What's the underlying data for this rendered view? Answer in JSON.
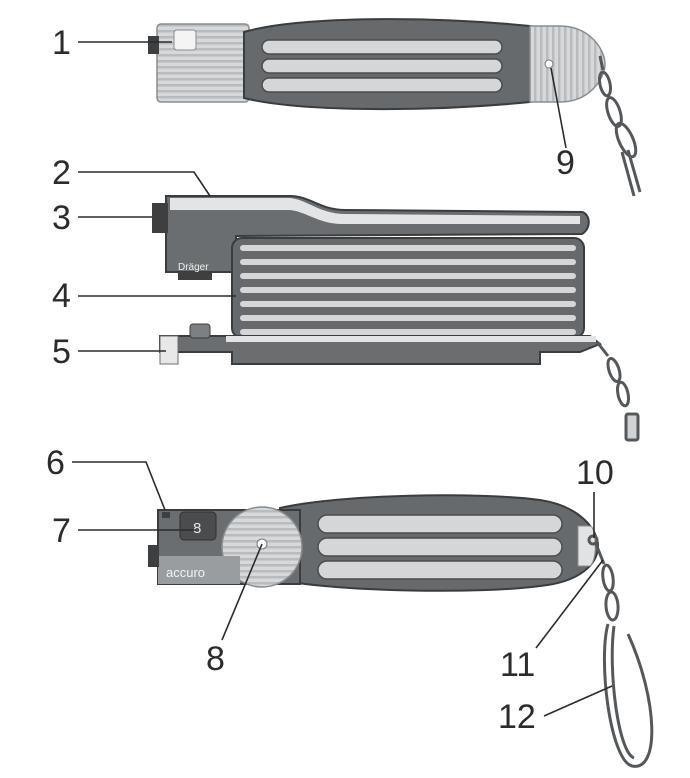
{
  "figure": {
    "brand_label": "accuro",
    "maker_label": "Dräger",
    "dial_number": "8",
    "callouts": [
      {
        "id": "c1",
        "number": "1"
      },
      {
        "id": "c2",
        "number": "2"
      },
      {
        "id": "c3",
        "number": "3"
      },
      {
        "id": "c4",
        "number": "4"
      },
      {
        "id": "c5",
        "number": "5"
      },
      {
        "id": "c6",
        "number": "6"
      },
      {
        "id": "c7",
        "number": "7"
      },
      {
        "id": "c8",
        "number": "8"
      },
      {
        "id": "c9",
        "number": "9"
      },
      {
        "id": "c10",
        "number": "10"
      },
      {
        "id": "c11",
        "number": "11"
      },
      {
        "id": "c12",
        "number": "12"
      }
    ]
  },
  "colors": {
    "body_dark": "#666a6d",
    "body_mid": "#8a8d90",
    "body_light": "#d2d4d6",
    "groove": "#c9cbcd",
    "outline": "#3a3c3e",
    "leader": "#2b2b2b"
  }
}
